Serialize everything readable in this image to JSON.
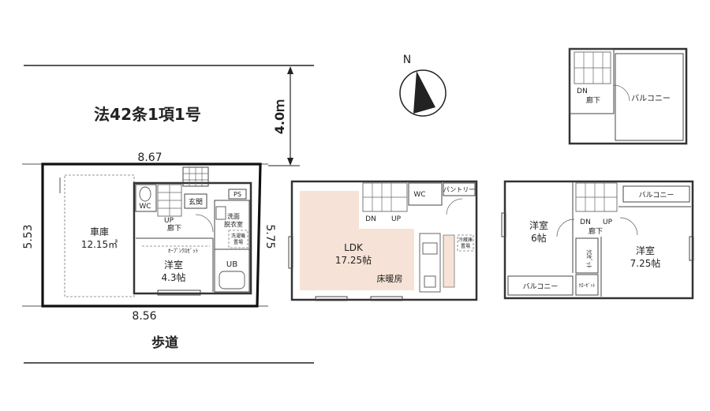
{
  "road": {
    "legal_label": "法42条1項1号",
    "width_label": "4.0ｍ",
    "sidewalk_label": "歩道"
  },
  "site_dims": {
    "top": "8.67",
    "bottom": "8.56",
    "left": "5.53",
    "right": "5.75"
  },
  "floor1": {
    "garage_name": "車庫",
    "garage_area": "12.15㎡",
    "wc": "WC",
    "genkan": "玄関",
    "up": "UP",
    "corridor": "廊下",
    "ps": "PS",
    "washroom_line1": "洗面",
    "washroom_line2": "脱衣室",
    "washer_line1": "洗濯機",
    "washer_line2": "置場",
    "closet_label": "ｵｰﾌﾟﾝｸﾛｾﾞｯﾄ",
    "bedroom_name": "洋室",
    "bedroom_area": "4.3帖",
    "ub": "UB"
  },
  "floor2": {
    "ldk_name": "LDK",
    "ldk_area": "17.25帖",
    "floor_heating": "床暖房",
    "dn": "DN",
    "up": "UP",
    "wc": "WC",
    "pantry": "パントリー",
    "fridge_line1": "冷蔵庫",
    "fridge_line2": "置場",
    "floor_heating_color": "#f6e2d6"
  },
  "floor3": {
    "room1_name": "洋室",
    "room1_area": "6帖",
    "room2_name": "洋室",
    "room2_area": "7.25帖",
    "closet_a": "ｸﾛｾﾞｯﾄ",
    "closet_b": "ｸﾛｰｾﾞｯﾄ",
    "balcony_top": "バルコニー",
    "balcony_bottom": "バルコニー",
    "dn": "DN",
    "up": "UP",
    "corridor": "廊下"
  },
  "roof": {
    "dn": "DN",
    "corridor": "廊下",
    "balcony": "バルコニー"
  },
  "compass": {
    "north": "N"
  }
}
